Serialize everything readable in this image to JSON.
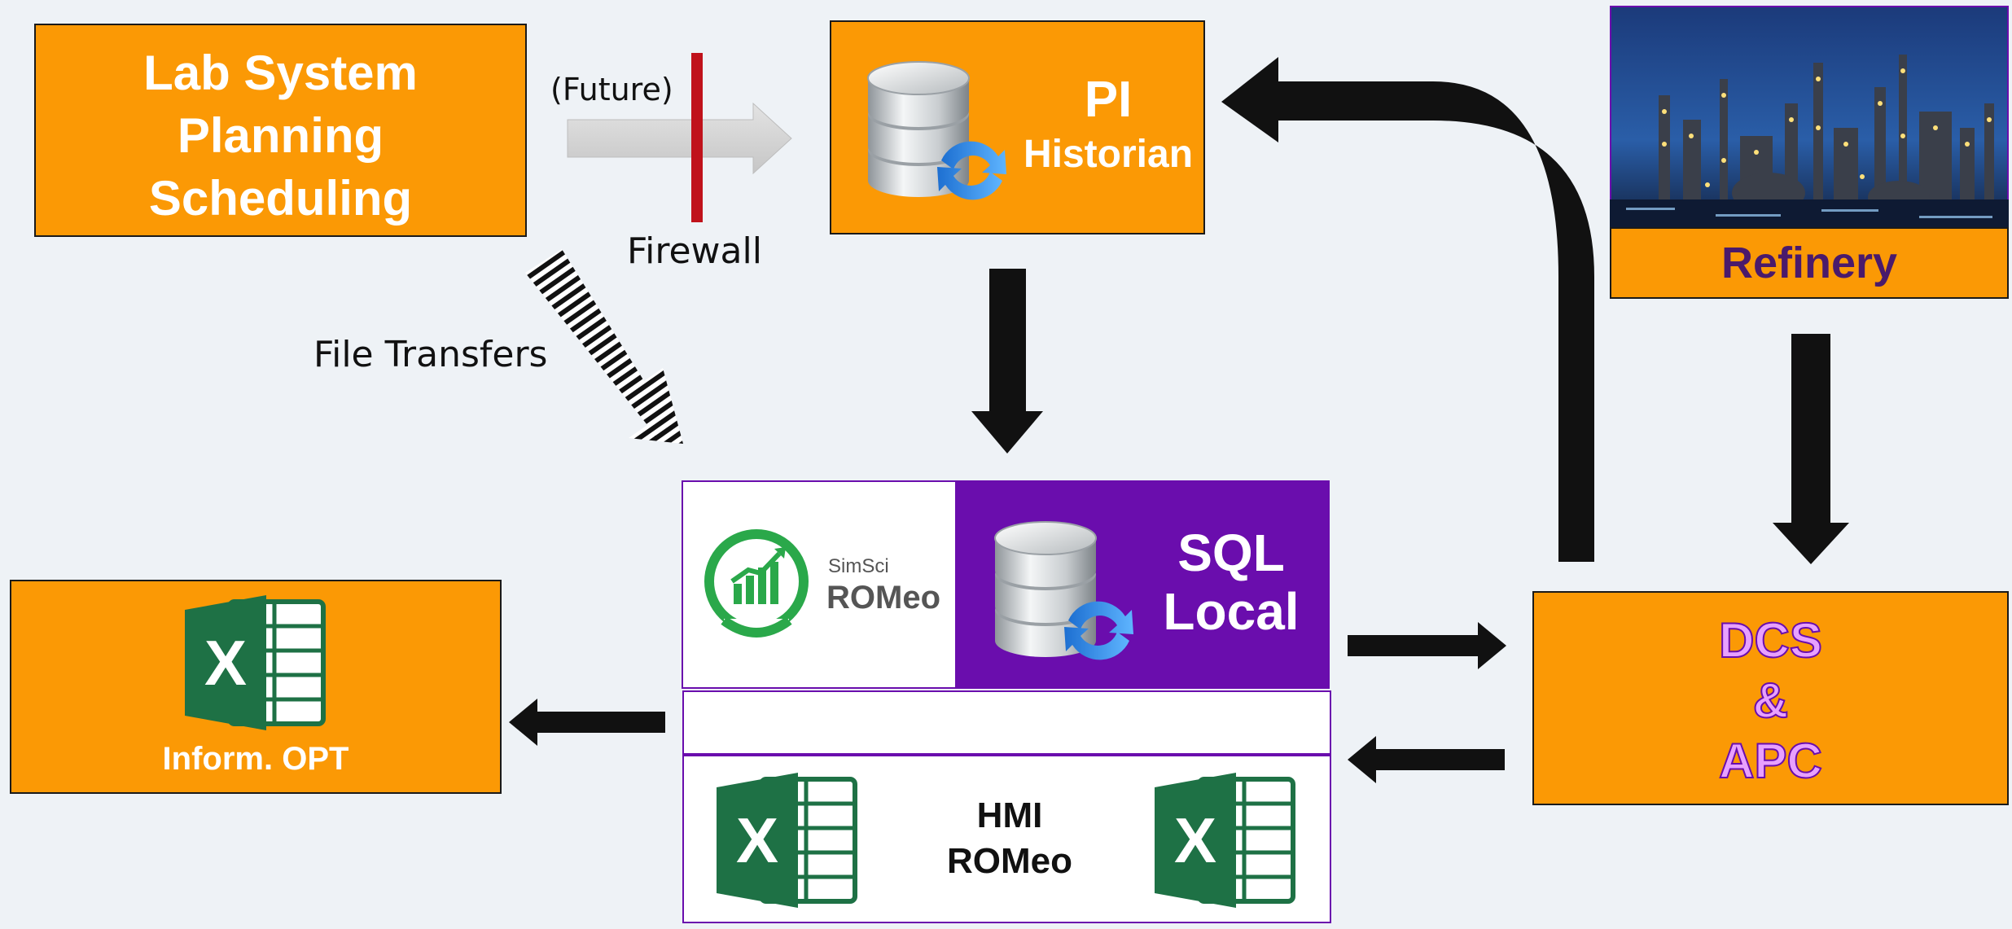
{
  "boxes": {
    "lab": {
      "lines": [
        "Lab System",
        "Planning",
        "Scheduling"
      ]
    },
    "pi": {
      "line1": "PI",
      "line2": "Historian"
    },
    "refinery": {
      "label": "Refinery"
    },
    "sql": {
      "line1": "SQL",
      "line2": "Local"
    },
    "romeo_logo": {
      "brand": "SimSci",
      "product": "ROMeo"
    },
    "hmi": {
      "line1": "HMI",
      "line2": "ROMeo"
    },
    "dcs": {
      "lines": [
        "DCS",
        "&",
        "APC"
      ]
    },
    "excel_opt": {
      "label": "Inform. OPT"
    }
  },
  "labels": {
    "future": "(Future)",
    "firewall": "Firewall",
    "file_transfers": "File Transfers"
  },
  "icons": {
    "database": "database-sync-icon",
    "excel": "excel-icon",
    "romeo": "romeo-logo-icon",
    "refinery_photo": "refinery-photo"
  },
  "colors": {
    "orange": "#fb9905",
    "purple": "#6a0dad",
    "firewall_red": "#c0121b",
    "excel_green": "#1e7145",
    "arrow_black": "#111111"
  }
}
